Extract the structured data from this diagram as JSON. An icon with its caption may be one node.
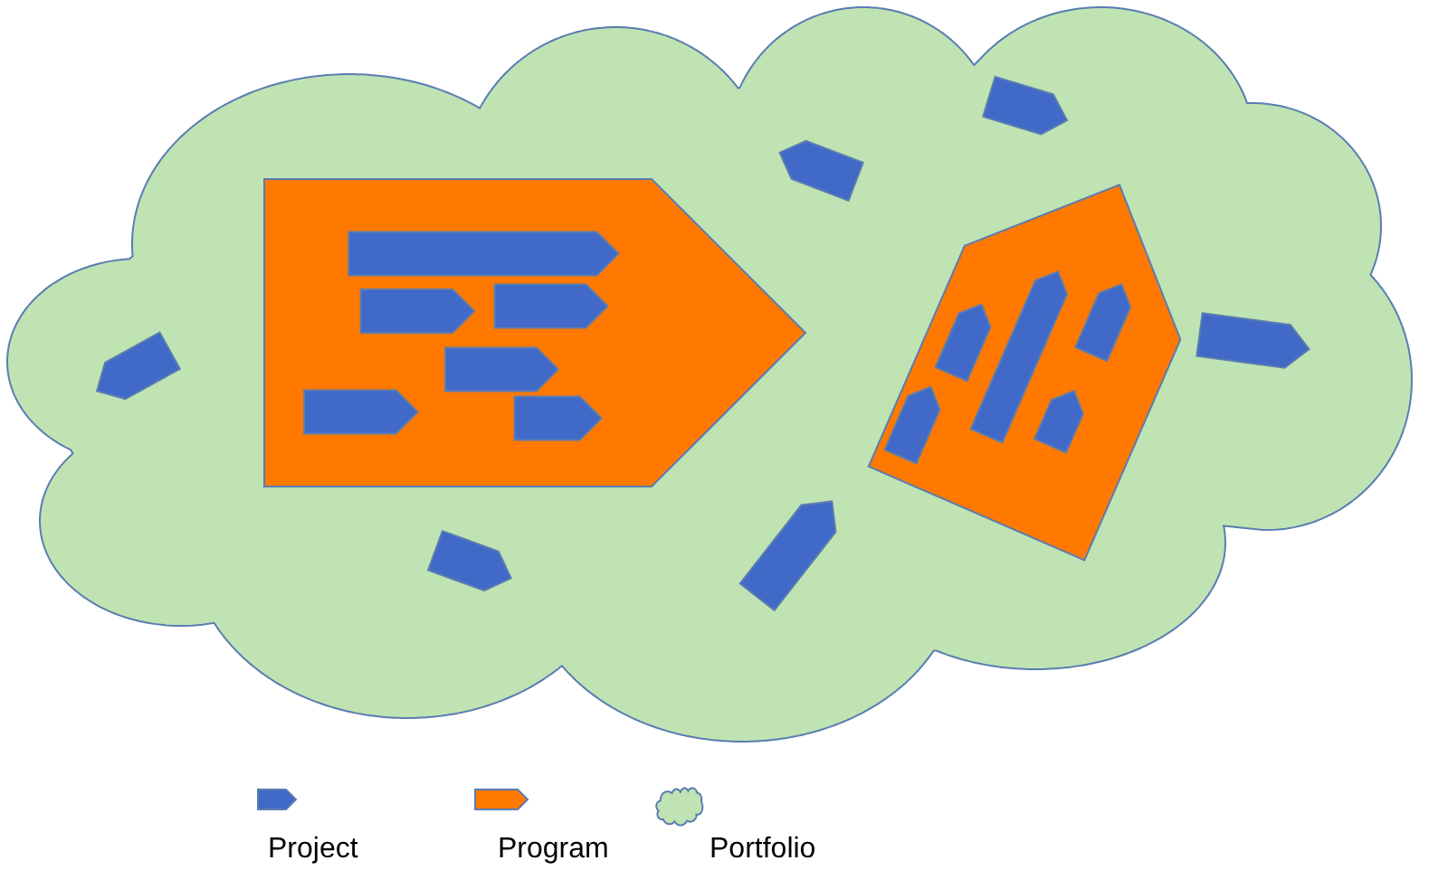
{
  "diagram": {
    "nodes": [
      {
        "text": [],
        "shape": "cloud"
      },
      {
        "text": [],
        "shape": "pentagon",
        "in": 0
      },
      {
        "text": [],
        "shape": "pentagon",
        "in": 1
      },
      {
        "text": [],
        "shape": "pentagon",
        "in": 1
      },
      {
        "text": [],
        "shape": "pentagon",
        "in": 1
      },
      {
        "text": [],
        "shape": "pentagon",
        "in": 1
      },
      {
        "text": [],
        "shape": "pentagon",
        "in": 1
      },
      {
        "text": [],
        "shape": "pentagon",
        "in": 1
      },
      {
        "text": [],
        "shape": "pentagon",
        "in": 0
      },
      {
        "text": [],
        "shape": "pentagon",
        "in": 8
      },
      {
        "text": [],
        "shape": "pentagon",
        "in": 8
      },
      {
        "text": [],
        "shape": "pentagon",
        "in": 8
      },
      {
        "text": [],
        "shape": "pentagon",
        "in": 8
      },
      {
        "text": [],
        "shape": "pentagon",
        "in": 8
      },
      {
        "text": [],
        "shape": "pentagon",
        "in": 0
      },
      {
        "text": [],
        "shape": "pentagon",
        "in": 0
      },
      {
        "text": [],
        "shape": "pentagon",
        "in": 0
      },
      {
        "text": [],
        "shape": "pentagon",
        "in": 0
      },
      {
        "text": [],
        "shape": "pentagon",
        "in": 0
      },
      {
        "text": [],
        "shape": "pentagon",
        "in": 0
      }
    ],
    "legend": [
      {
        "text": "Project"
      },
      {
        "text": "Program"
      },
      {
        "text": "Portfolio"
      }
    ]
  }
}
